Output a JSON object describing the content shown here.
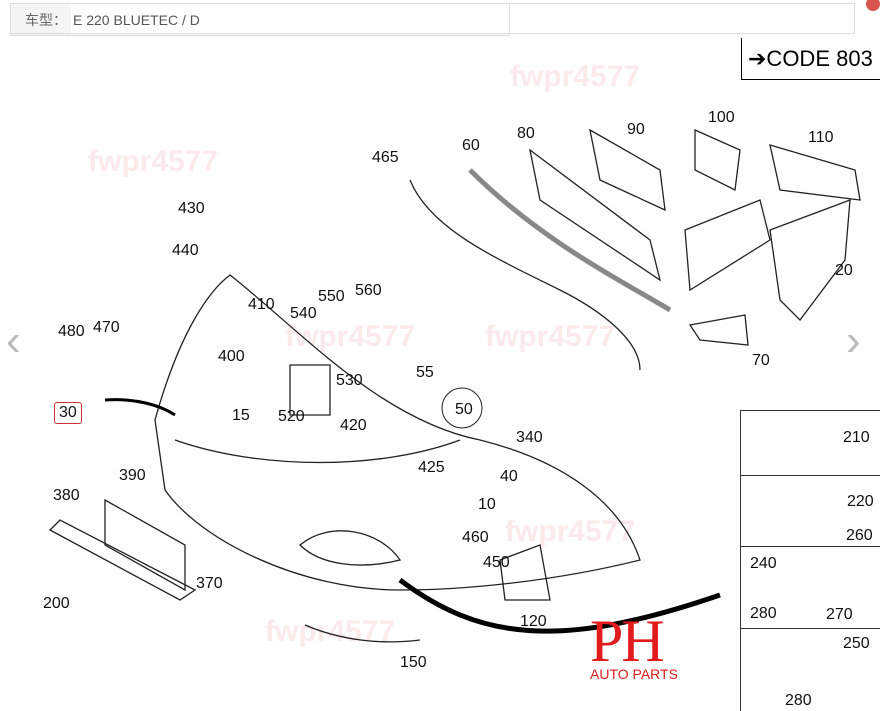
{
  "vehicle": {
    "label": "车型：",
    "value": "E 220 BLUETEC / D"
  },
  "code": "➔CODE 803",
  "watermark": "fwpr4577",
  "nav": {
    "prev": "‹",
    "next": "›"
  },
  "logo": {
    "main": "PH",
    "sub": "AUTO PARTS"
  },
  "parts": [
    "465",
    "60",
    "80",
    "90",
    "100",
    "110",
    "20",
    "70",
    "430",
    "440",
    "410",
    "550",
    "560",
    "540",
    "400",
    "480",
    "470",
    "530",
    "520",
    "15",
    "420",
    "55",
    "50",
    "340",
    "425",
    "40",
    "10",
    "30",
    "390",
    "380",
    "370",
    "200",
    "460",
    "450",
    "120",
    "150",
    "210",
    "220",
    "260",
    "240",
    "280",
    "270",
    "250",
    "280"
  ]
}
